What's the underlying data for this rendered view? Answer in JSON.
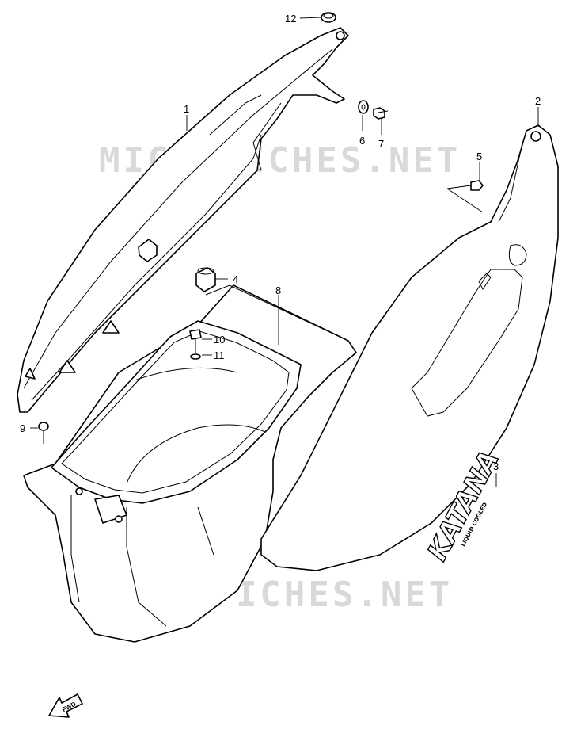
{
  "watermarks": [
    "MICROFICHES.NET",
    "MICROFICHES.NET"
  ],
  "callouts": {
    "c1": "1",
    "c2": "2",
    "c3": "3",
    "c4": "4",
    "c5": "5",
    "c6": "6",
    "c7": "7",
    "c8": "8",
    "c9": "9",
    "c10": "10",
    "c11": "11",
    "c12": "12"
  },
  "decal": {
    "main": "KATANA",
    "sub": "LIQUID COOLED"
  },
  "fwd_label": "FWD"
}
